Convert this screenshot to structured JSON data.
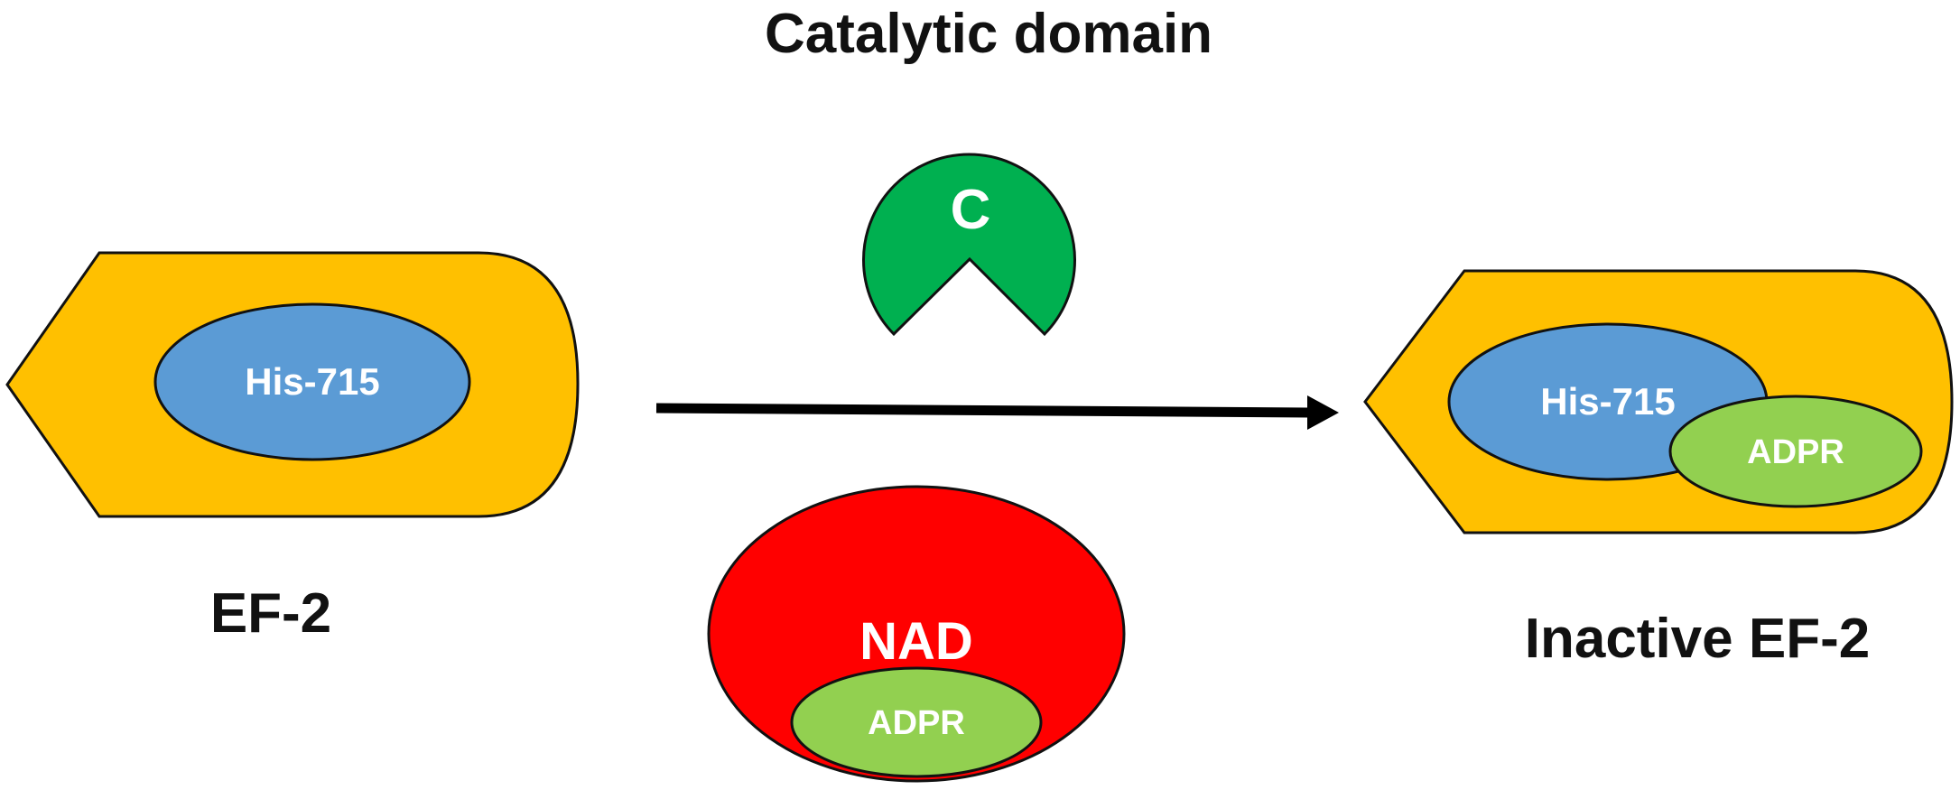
{
  "title": "Catalytic domain",
  "catalytic_domain": {
    "letter": "C",
    "color": "#00b050"
  },
  "ef2": {
    "site_label": "His-715",
    "caption": "EF-2",
    "body_color": "#ffc000",
    "site_color": "#5b9bd5"
  },
  "nad": {
    "label": "NAD",
    "inner_label": "ADPR",
    "color": "#ff0000",
    "inner_color": "#92d050"
  },
  "inactive_ef2": {
    "site_label": "His-715",
    "adduct_label": "ADPR",
    "caption": "Inactive EF-2"
  },
  "arrow": {
    "color": "#000000"
  }
}
